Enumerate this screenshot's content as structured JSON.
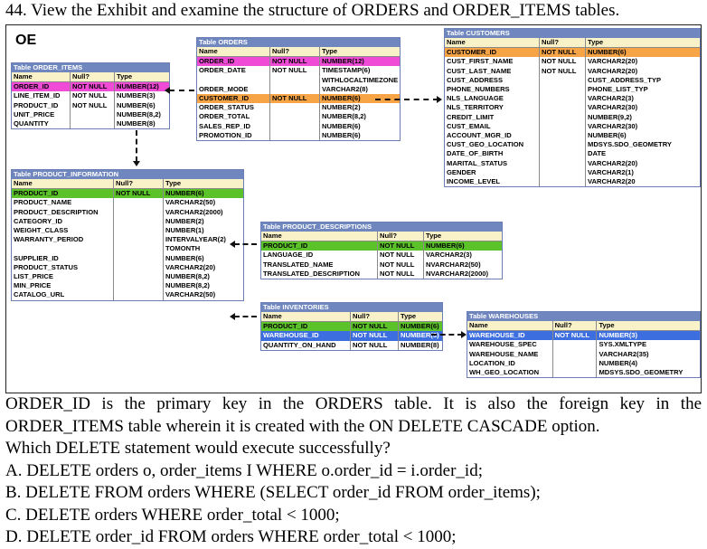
{
  "question_title": "44. View the Exhibit and examine the structure of ORDERS and ORDER_ITEMS tables.",
  "schema_label": "OE",
  "tables": {
    "orders": {
      "title": "Table ORDERS",
      "headers": [
        "Name",
        "Null?",
        "Type"
      ],
      "rows": [
        [
          "ORDER_ID",
          "NOT NULL",
          "NUMBER(12)"
        ],
        [
          "ORDER_DATE",
          "NOT NULL",
          "TIMESTAMP(6)"
        ],
        [
          "",
          "",
          "WITHLOCALTIMEZONE"
        ],
        [
          "ORDER_MODE",
          "",
          "VARCHAR2(8)"
        ],
        [
          "CUSTOMER_ID",
          "NOT NULL",
          "NUMBER(6)"
        ],
        [
          "ORDER_STATUS",
          "",
          "NUMBER(2)"
        ],
        [
          "ORDER_TOTAL",
          "",
          "NUMBER(8,2)"
        ],
        [
          "SALES_REP_ID",
          "",
          "NUMBER(6)"
        ],
        [
          "PROMOTION_ID",
          "",
          "NUMBER(6)"
        ]
      ]
    },
    "order_items": {
      "title": "Table ORDER_ITEMS",
      "headers": [
        "Name",
        "Null?",
        "Type"
      ],
      "rows": [
        [
          "ORDER_ID",
          "NOT NULL",
          "NUMBER(12)"
        ],
        [
          "LINE_ITEM_ID",
          "NOT NULL",
          "NUMBER(3)"
        ],
        [
          "PRODUCT_ID",
          "NOT NULL",
          "NUMBER(6)"
        ],
        [
          "UNIT_PRICE",
          "",
          "NUMBER(8,2)"
        ],
        [
          "QUANTITY",
          "",
          "NUMBER(8)"
        ]
      ]
    },
    "customers": {
      "title": "Table CUSTOMERS",
      "headers": [
        "Name",
        "Null?",
        "Type"
      ],
      "rows": [
        [
          "CUSTOMER_ID",
          "NOT NULL",
          "NUMBER(6)"
        ],
        [
          "CUST_FIRST_NAME",
          "NOT NULL",
          "VARCHAR2(20)"
        ],
        [
          "CUST_LAST_NAME",
          "NOT NULL",
          "VARCHAR2(20)"
        ],
        [
          "CUST_ADDRESS",
          "",
          "CUST_ADDRESS_TYP"
        ],
        [
          "PHONE_NUMBERS",
          "",
          "PHONE_LIST_TYP"
        ],
        [
          "NLS_LANGUAGE",
          "",
          "VARCHAR2(3)"
        ],
        [
          "NLS_TERRITORY",
          "",
          "VARCHAR2(30)"
        ],
        [
          "CREDIT_LIMIT",
          "",
          "NUMBER(9,2)"
        ],
        [
          "CUST_EMAIL",
          "",
          "VARCHAR2(30)"
        ],
        [
          "ACCOUNT_MGR_ID",
          "",
          "NUMBER(6)"
        ],
        [
          "CUST_GEO_LOCATION",
          "",
          "MDSYS.SDO_GEOMETRY"
        ],
        [
          "DATE_OF_BIRTH",
          "",
          "DATE"
        ],
        [
          "MARITAL_STATUS",
          "",
          "VARCHAR2(20)"
        ],
        [
          "GENDER",
          "",
          "VARCHAR2(1)"
        ],
        [
          "INCOME_LEVEL",
          "",
          "VARCHAR2(20"
        ]
      ]
    },
    "product_information": {
      "title": "Table PRODUCT_INFORMATION",
      "headers": [
        "Name",
        "Null?",
        "Type"
      ],
      "rows": [
        [
          "PRODUCT_ID",
          "NOT NULL",
          "NUMBER(6)"
        ],
        [
          "PRODUCT_NAME",
          "",
          "VARCHAR2(50)"
        ],
        [
          "PRODUCT_DESCRIPTION",
          "",
          "VARCHAR2(2000)"
        ],
        [
          "CATEGORY_ID",
          "",
          "NUMBER(2)"
        ],
        [
          "WEIGHT_CLASS",
          "",
          "NUMBER(1)"
        ],
        [
          "WARRANTY_PERIOD",
          "",
          "INTERVALYEAR(2)"
        ],
        [
          "",
          "",
          "TOMONTH"
        ],
        [
          "SUPPLIER_ID",
          "",
          "NUMBER(6)"
        ],
        [
          "PRODUCT_STATUS",
          "",
          "VARCHAR2(20)"
        ],
        [
          "LIST_PRICE",
          "",
          "NUMBER(8,2)"
        ],
        [
          "MIN_PRICE",
          "",
          "NUMBER(8,2)"
        ],
        [
          "CATALOG_URL",
          "",
          "VARCHAR2(50)"
        ]
      ]
    },
    "product_descriptions": {
      "title": "Table PRODUCT_DESCRIPTIONS",
      "headers": [
        "Name",
        "Null?",
        "Type"
      ],
      "rows": [
        [
          "PRODUCT_ID",
          "NOT NULL",
          "NUMBER(6)"
        ],
        [
          "LANGUAGE_ID",
          "NOT NULL",
          "VARCHAR2(3)"
        ],
        [
          "TRANSLATED_NAME",
          "NOT NULL",
          "NVARCHAR2(50)"
        ],
        [
          "TRANSLATED_DESCRIPTION",
          "NOT NULL",
          "NVARCHAR2(2000)"
        ]
      ]
    },
    "inventories": {
      "title": "Table INVENTORIES",
      "headers": [
        "Name",
        "Null?",
        "Type"
      ],
      "rows": [
        [
          "PRODUCT_ID",
          "NOT NULL",
          "NUMBER(6)"
        ],
        [
          "WAREHOUSE_ID",
          "NOT NULL",
          "NUMBER(3)"
        ],
        [
          "QUANTITY_ON_HAND",
          "NOT NULL",
          "NUMBER(8)"
        ]
      ]
    },
    "warehouses": {
      "title": "Table WAREHOUSES",
      "headers": [
        "Name",
        "Null?",
        "Type"
      ],
      "rows": [
        [
          "WAREHOUSE_ID",
          "NOT NULL",
          "NUMBER(3)"
        ],
        [
          "WAREHOUSE_SPEC",
          "",
          "SYS.XMLTYPE"
        ],
        [
          "WAREHOUSE_NAME",
          "",
          "VARCHAR2(35)"
        ],
        [
          "LOCATION_ID",
          "",
          "NUMBER(4)"
        ],
        [
          "WH_GEO_LOCATION",
          "",
          "MDSYS.SDO_GEOMETRY"
        ]
      ]
    }
  },
  "key_colors": {
    "pink": "#f04bd6",
    "orange": "#f7a447",
    "green": "#5cc22a",
    "blue": "#3d6ee0",
    "header_bar": "#6f86bf",
    "column_header": "#f9f1c8"
  },
  "question": {
    "line1": "ORDER_ID is the primary key in the ORDERS table. It is also the foreign key in the",
    "line2": "ORDER_ITEMS table wherein it is created with the ON DELETE CASCADE option.",
    "line3": "Which DELETE statement would execute successfully?",
    "options": [
      "A. DELETE orders o, order_items I WHERE o.order_id = i.order_id;",
      "B. DELETE FROM orders WHERE (SELECT order_id FROM order_items);",
      "C. DELETE orders WHERE order_total < 1000;",
      "D. DELETE order_id FROM orders WHERE order_total < 1000;"
    ]
  }
}
